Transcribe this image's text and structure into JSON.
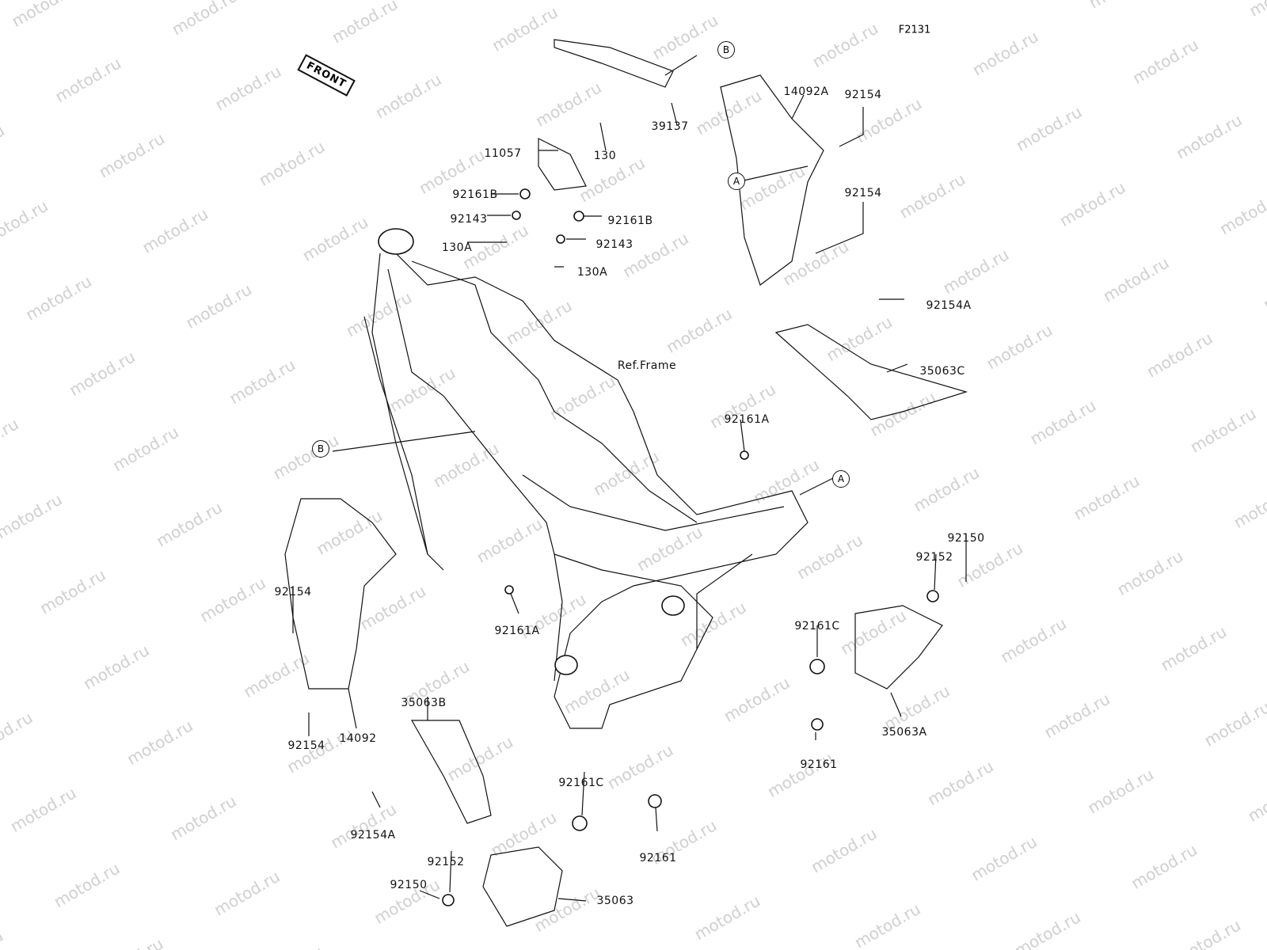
{
  "figure_code": "F2131",
  "front_arrow": "FRONT",
  "watermark": "motod.ru",
  "refs": {
    "A": "A",
    "B": "B"
  },
  "reference_note": "Ref.Frame",
  "labels": [
    "14092A",
    "92154",
    "92154",
    "39137",
    "130",
    "11057",
    "92161B",
    "92143",
    "130A",
    "92161B",
    "92143",
    "130A",
    "92154A",
    "35063C",
    "92161A",
    "92150",
    "92152",
    "92161C",
    "35063A",
    "92161",
    "92154",
    "92161A",
    "35063B",
    "92154",
    "14092",
    "92154A",
    "92161C",
    "92161",
    "92152",
    "92150",
    "35063"
  ]
}
